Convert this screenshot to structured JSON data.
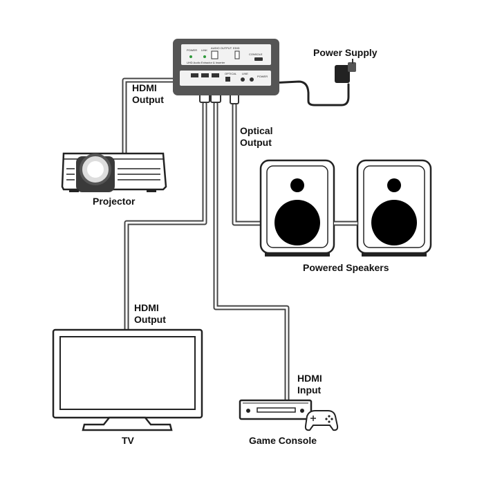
{
  "labels": {
    "power_supply": "Power Supply",
    "hdmi_output_projector": [
      "HDMI",
      "Output"
    ],
    "optical_output": [
      "Optical",
      "Output"
    ],
    "projector": "Projector",
    "powered_speakers": "Powered Speakers",
    "hdmi_output_tv": [
      "HDMI",
      "Output"
    ],
    "hdmi_input": [
      "HDMI",
      "Input"
    ],
    "tv": "TV",
    "game_console": "Game Console"
  },
  "device": {
    "front_labels": [
      "POWER",
      "LINK",
      "AUDIO OUTPUT",
      "EDID",
      "CONSOLE"
    ],
    "caption": "UHD Audio Extractor & Inserter",
    "rear_labels": [
      "OPTICAL",
      "LINE",
      "POWER"
    ]
  },
  "colors": {
    "cable_outer": "#444444",
    "cable_inner": "#ffffff",
    "device_body": "#555555",
    "panel": "#f2f2f2",
    "led": "#2f9a3a"
  }
}
